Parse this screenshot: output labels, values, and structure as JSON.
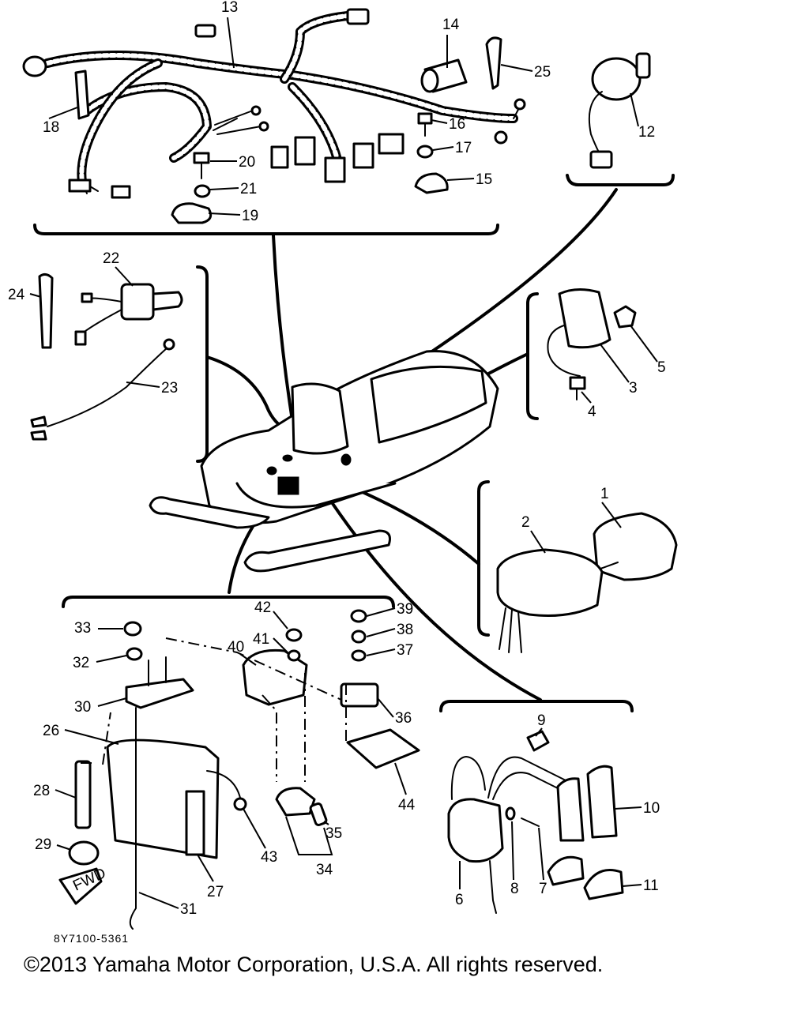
{
  "diagram": {
    "callouts": [
      "1",
      "2",
      "3",
      "4",
      "5",
      "6",
      "7",
      "8",
      "9",
      "10",
      "11",
      "12",
      "13",
      "14",
      "15",
      "16",
      "17",
      "18",
      "19",
      "20",
      "21",
      "22",
      "23",
      "24",
      "25",
      "26",
      "27",
      "28",
      "29",
      "30",
      "31",
      "32",
      "33",
      "34",
      "35",
      "36",
      "37",
      "38",
      "39",
      "40",
      "41",
      "42",
      "43",
      "44"
    ],
    "fwd_label": "FWD",
    "code": "8Y7100-5361"
  },
  "footer": {
    "copyright": "©2013 Yamaha Motor Corporation, U.S.A. All rights reserved."
  }
}
